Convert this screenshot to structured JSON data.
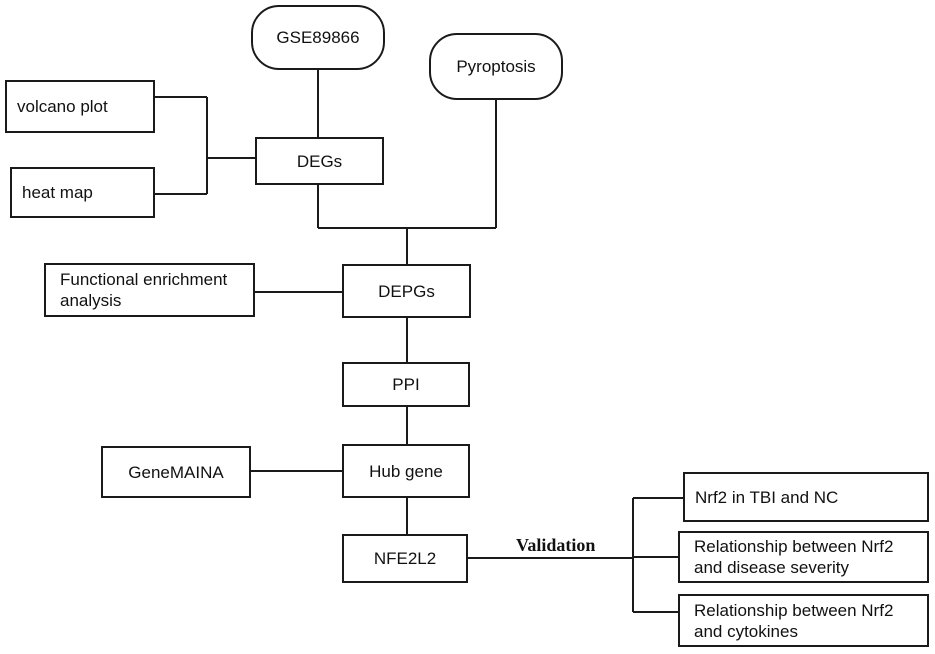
{
  "nodes": {
    "gse": "GSE89866",
    "pyroptosis": "Pyroptosis",
    "volcano": "volcano plot",
    "heatmap": "heat map",
    "degs": "DEGs",
    "functional_line1": "Functional enrichment",
    "functional_line2": "analysis",
    "depgs": "DEPGs",
    "ppi": "PPI",
    "genemaina": "GeneMAINA",
    "hub": "Hub gene",
    "nfe2l2": "NFE2L2",
    "nrf2_tbi": "Nrf2 in TBI and NC",
    "nrf2_severity_line1": "Relationship between Nrf2",
    "nrf2_severity_line2": "and disease severity",
    "nrf2_cytokines_line1": "Relationship between Nrf2",
    "nrf2_cytokines_line2": "and cytokines"
  },
  "edge_labels": {
    "validation": "Validation"
  }
}
